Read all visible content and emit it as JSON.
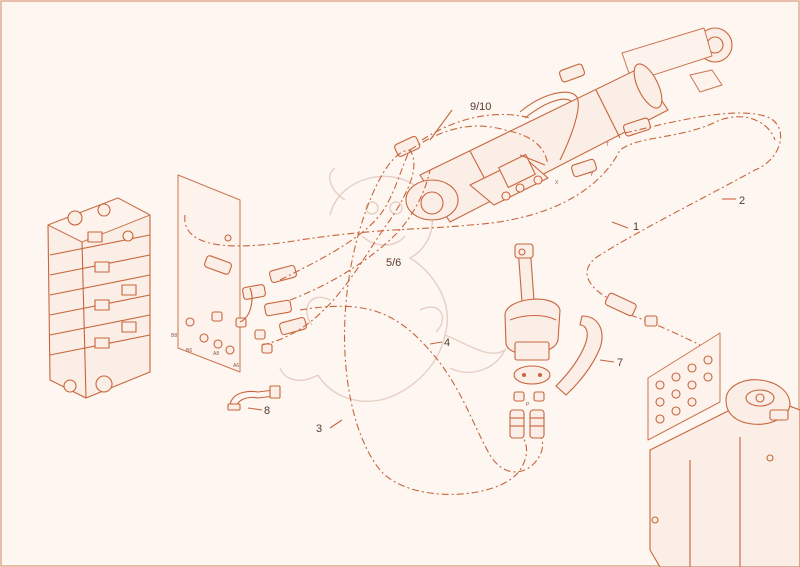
{
  "callouts": {
    "c1": "1",
    "c2": "2",
    "c3": "3",
    "c4": "4",
    "c5_6": "5/6",
    "c7": "7",
    "c8": "8",
    "c9_10": "9/10"
  },
  "port_marks": {
    "y": "Y",
    "x": "X",
    "p": "P",
    "t": "T"
  },
  "plate_marks": {
    "b8": "B8",
    "a8": "A8",
    "a6": "A6",
    "b6": "B6"
  },
  "colors": {
    "line": "#c8653c",
    "paper": "#fdf6f1",
    "watermark": "#e6cfc4"
  }
}
